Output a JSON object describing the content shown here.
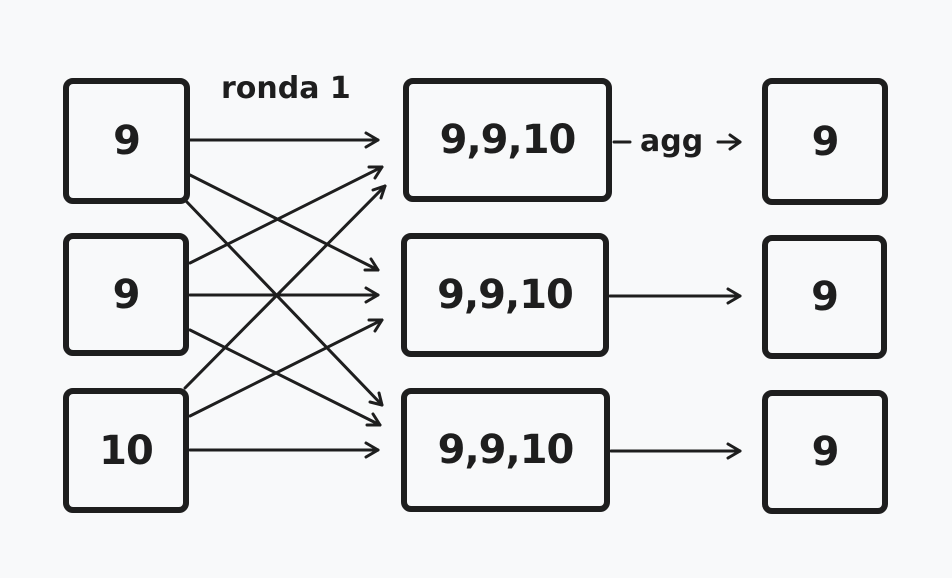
{
  "diagram": {
    "inputs": [
      "9",
      "9",
      "10"
    ],
    "gathered": [
      "9,9,10",
      "9,9,10",
      "9,9,10"
    ],
    "outputs": [
      "9",
      "9",
      "9"
    ],
    "round_label": "ronda 1",
    "agg_label": "agg"
  }
}
